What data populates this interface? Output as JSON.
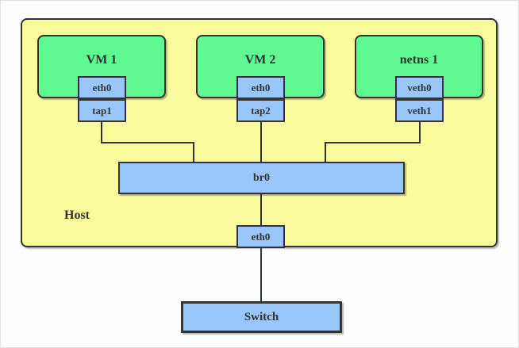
{
  "diagram_title": "host-bridge-network-diagram",
  "colors": {
    "host_fill": "#f8fa9c",
    "guest_fill": "#5ffb92",
    "port_fill": "#9ac7fb",
    "stroke": "#333333",
    "text": "#333333"
  },
  "host": {
    "label": "Host"
  },
  "groups": [
    {
      "title": "VM 1",
      "inner_port": "eth0",
      "outer_port": "tap1"
    },
    {
      "title": "VM 2",
      "inner_port": "eth0",
      "outer_port": "tap2"
    },
    {
      "title": "netns 1",
      "inner_port": "veth0",
      "outer_port": "veth1"
    }
  ],
  "bridge": {
    "label": "br0"
  },
  "host_nic": {
    "label": "eth0"
  },
  "switch": {
    "label": "Switch"
  }
}
